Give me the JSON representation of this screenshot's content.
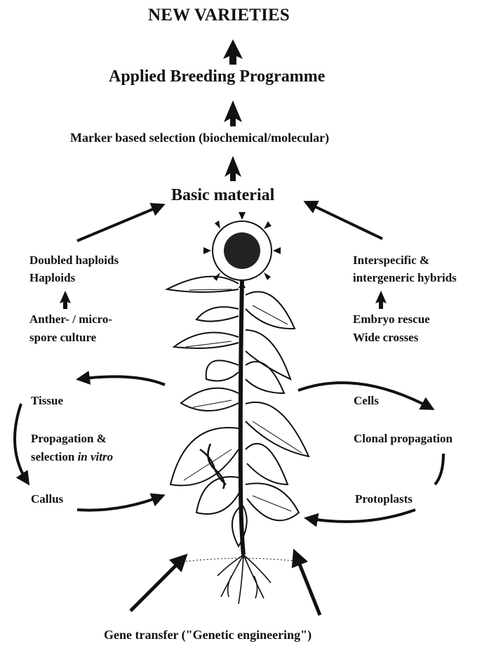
{
  "title": "NEW VARIETIES",
  "applied": "Applied Breeding Programme",
  "marker": "Marker based selection (biochemical/molecular)",
  "basic": "Basic material",
  "left_top": {
    "line1": "Doubled haploids",
    "line2": "Haploids",
    "line3": "Anther- / micro-",
    "line4": "spore culture"
  },
  "right_top": {
    "line1": "Interspecific &",
    "line2": "intergeneric hybrids",
    "line3": "Embryo rescue",
    "line4": "Wide crosses"
  },
  "left_bottom": {
    "tissue": "Tissue",
    "prop1": "Propagation &",
    "prop2_a": "selection ",
    "prop2_b": "in vitro",
    "callus": "Callus"
  },
  "right_bottom": {
    "cells": "Cells",
    "clonal": "Clonal propagation",
    "protoplasts": "Protoplasts"
  },
  "gene": "Gene transfer (\"Genetic engineering\")"
}
